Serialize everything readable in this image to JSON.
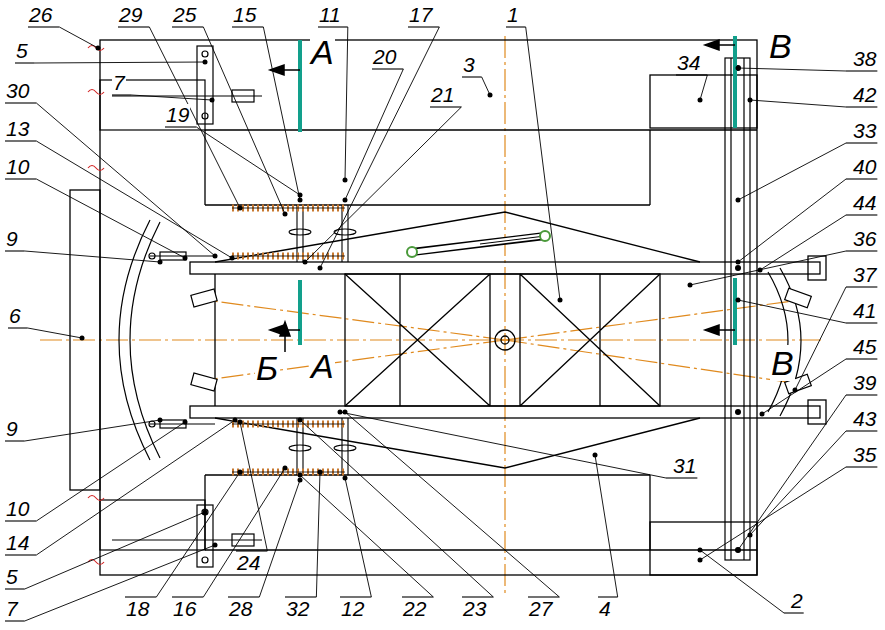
{
  "diagram": {
    "labels": [
      "26",
      "29",
      "25",
      "15",
      "11",
      "17",
      "1",
      "В",
      "34",
      "5",
      "7",
      "19",
      "20",
      "21",
      "3",
      "30",
      "13",
      "10",
      "9",
      "6",
      "9",
      "10",
      "14",
      "5",
      "7",
      "38",
      "42",
      "33",
      "40",
      "44",
      "36",
      "37",
      "41",
      "45",
      "39",
      "43",
      "35",
      "2",
      "4",
      "27",
      "23",
      "22",
      "12",
      "32",
      "28",
      "16",
      "18",
      "24",
      "31",
      "А",
      "А",
      "Б",
      "В"
    ]
  }
}
